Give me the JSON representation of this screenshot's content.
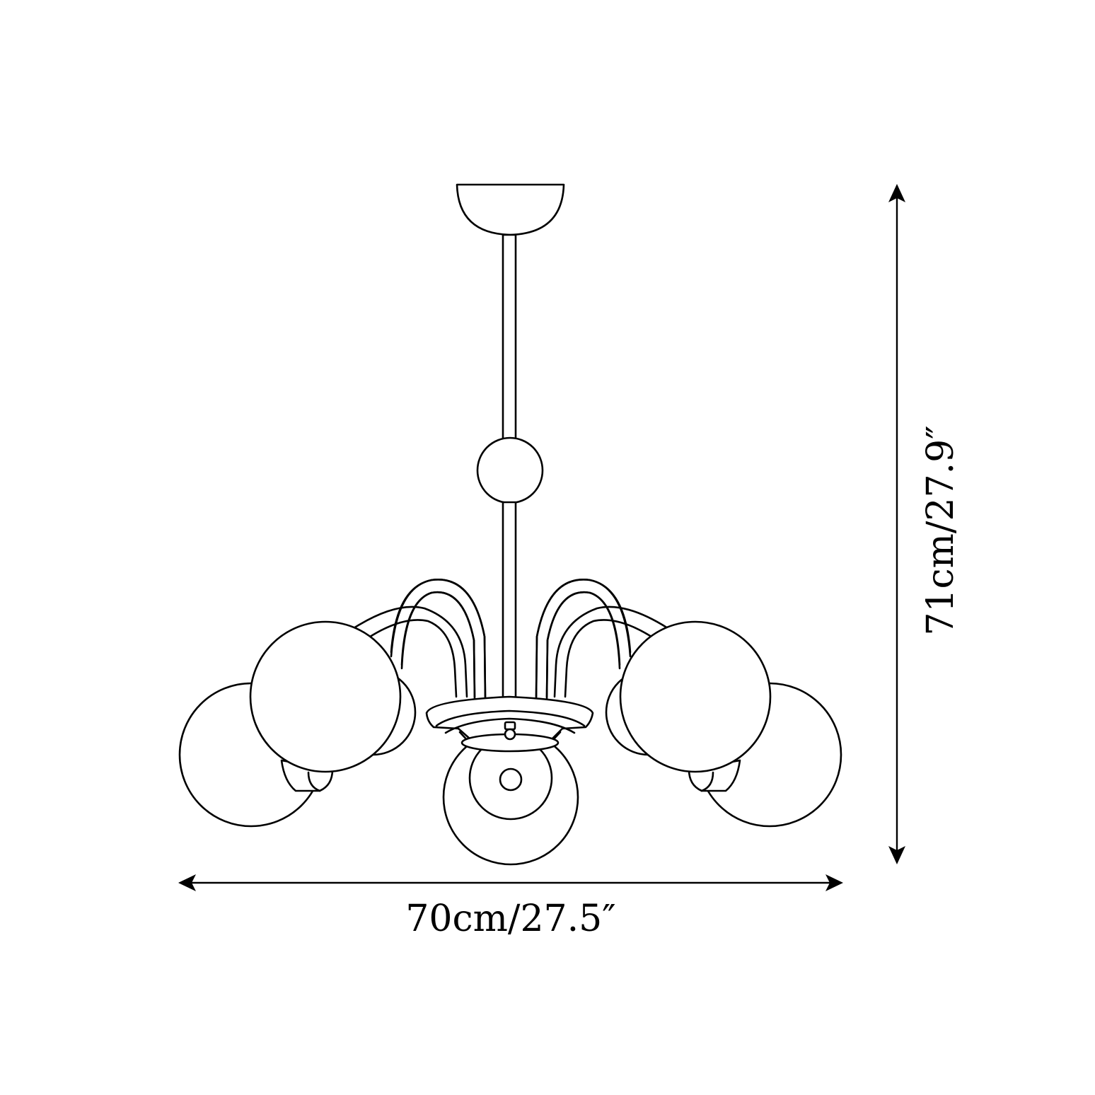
{
  "diagram": {
    "subject": "chandelier-line-drawing",
    "colors": {
      "line": "#000000",
      "background": "#ffffff"
    },
    "dimensions": {
      "width": {
        "label": "70cm/27.5″",
        "cm": 70,
        "inches": 27.5
      },
      "height": {
        "label": "71cm/27.9″",
        "cm": 71,
        "inches": 27.9
      }
    },
    "parts": [
      "canopy",
      "rod",
      "decorative-ball",
      "arms",
      "base-ring",
      "globes"
    ],
    "globe_count": 7
  }
}
